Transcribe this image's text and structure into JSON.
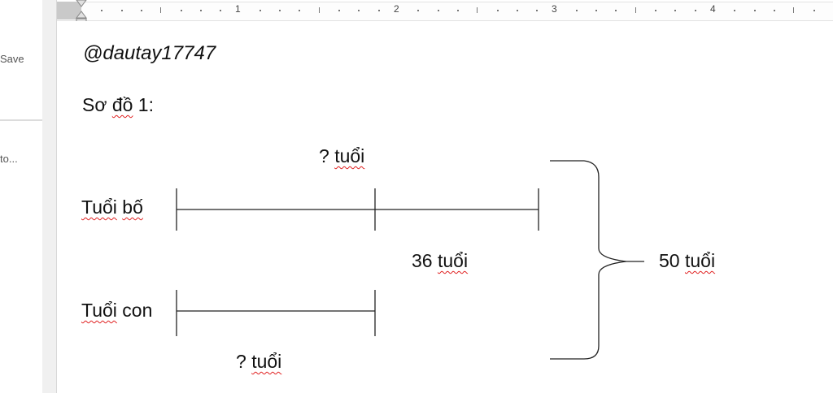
{
  "sidebar": {
    "save_label": "Save",
    "item_label": "to..."
  },
  "ruler": {
    "numbers": [
      "1",
      "2",
      "3",
      "4"
    ]
  },
  "document": {
    "author_line": "@dautay17747",
    "heading": {
      "prefix": "Sơ ",
      "word": "đồ",
      "suffix": " 1:"
    },
    "father_label": {
      "word1": "Tuổi",
      "space": " ",
      "word2": "bố"
    },
    "son_label": {
      "word1": "Tuổi",
      "rest": " con"
    },
    "father_unknown": {
      "prefix": "? ",
      "word": "tuổi"
    },
    "difference": {
      "prefix": "36 ",
      "word": "tuổi"
    },
    "sum": {
      "prefix": "50 ",
      "word": "tuổi"
    },
    "son_unknown": {
      "prefix": "? ",
      "word": "tuổi"
    }
  },
  "colors": {
    "spellcheck": "#e02020",
    "line": "#222222"
  }
}
